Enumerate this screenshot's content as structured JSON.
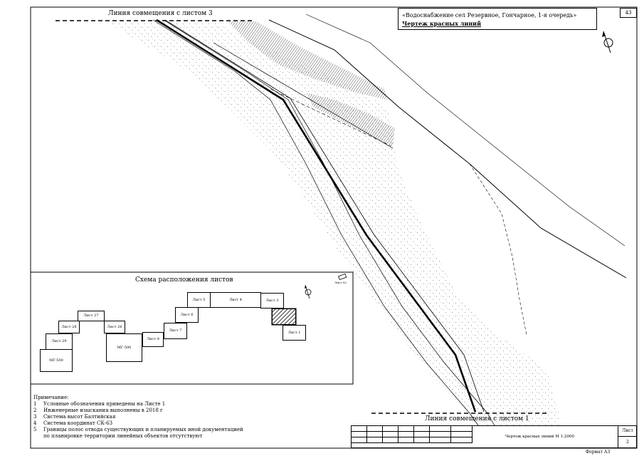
{
  "title": {
    "project": "«Водоснабжение сел Резервное, Гончарное, 1-я очередь»",
    "drawing": "Чертеж красных линий"
  },
  "sheet_number": "43",
  "match_lines": {
    "top": "Линия совмещения с листом 3",
    "bottom": "Линия совмещения с листом 1"
  },
  "inset": {
    "title": "Схема расположения листов",
    "mini_label": "Лист 93",
    "sheets": [
      {
        "label": "Лист 27"
      },
      {
        "label": "Лист 28"
      },
      {
        "label": "Лист 26"
      },
      {
        "label": "Лист 29"
      },
      {
        "label": "МГ-500"
      },
      {
        "label": "МГ-500"
      },
      {
        "label": "Лист 8"
      },
      {
        "label": "Лист 7"
      },
      {
        "label": "Лист 6"
      },
      {
        "label": "Лист 5"
      },
      {
        "label": "Лист 4"
      },
      {
        "label": "Лист 3"
      },
      {
        "label": ""
      },
      {
        "label": "Лист 1"
      }
    ]
  },
  "notes": {
    "heading": "Примечание:",
    "items": [
      {
        "num": "1",
        "text": "Условные обозначения приведены на Листе 1"
      },
      {
        "num": "2",
        "text": "Инженерные изыскания выполнены в 2018 г"
      },
      {
        "num": "3",
        "text": "Система высот Балтийская"
      },
      {
        "num": "4",
        "text": "Система координат СК-63"
      },
      {
        "num": "5",
        "text": "Границы полос отвода существующих и планируемых иной документацией"
      },
      {
        "num": "",
        "text": "по планировке территории линейных объектов отсутствуют"
      }
    ]
  },
  "stamp": {
    "caption": "Чертеж красных линий М 1:2000",
    "sheet_label": "Лист",
    "sheet_value": "2"
  },
  "format": "Формат А3",
  "colors": {
    "ink": "#000000",
    "hatch": "#555555",
    "paper": "#ffffff"
  }
}
